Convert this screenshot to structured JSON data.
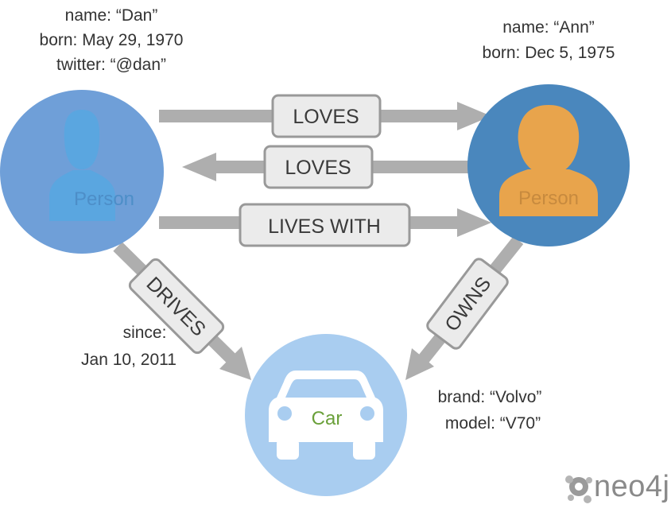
{
  "colors": {
    "dan_node": "#6f9fd8",
    "dan_icon": "#5aa6e0",
    "ann_node": "#4a87bd",
    "ann_icon": "#e8a44c",
    "car_node": "#a9cdf0",
    "car_label": "#6aa03a",
    "arrow": "#aeaeae",
    "rel_box": "#ebebeb"
  },
  "nodes": {
    "dan": {
      "label": "Person",
      "icon": "person-icon",
      "props": {
        "name": "name: “Dan”",
        "born": "born: May 29, 1970",
        "twitter": "twitter: “@dan”"
      }
    },
    "ann": {
      "label": "Person",
      "icon": "person-icon",
      "props": {
        "name": "name: “Ann”",
        "born": "born:  Dec 5, 1975"
      }
    },
    "car": {
      "label": "Car",
      "icon": "car-icon",
      "props": {
        "brand": "brand: “Volvo”",
        "model": "model: “V70”"
      }
    }
  },
  "relationships": {
    "loves_1": "LOVES",
    "loves_2": "LOVES",
    "lives_with": "LIVES WITH",
    "drives": "DRIVES",
    "owns": "OWNS"
  },
  "drives_props": {
    "since_label": "since:",
    "since_value": "Jan 10, 2011"
  },
  "logo": "neo4j"
}
